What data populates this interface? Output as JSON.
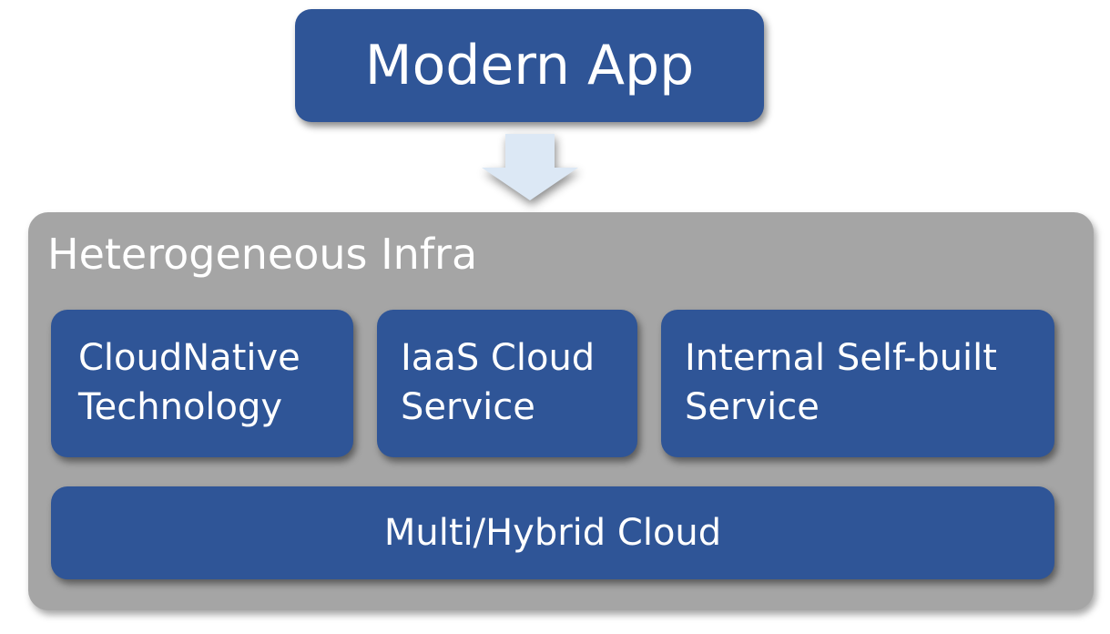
{
  "modern_app": {
    "label": "Modern App"
  },
  "infra": {
    "title": "Heterogeneous Infra",
    "services": [
      {
        "line1": "CloudNative",
        "line2": "Technology"
      },
      {
        "line1": "IaaS Cloud",
        "line2": "Service"
      },
      {
        "line1": "Internal Self-built",
        "line2": "Service"
      }
    ],
    "base": "Multi/Hybrid Cloud"
  },
  "colors": {
    "box": "#2f5597",
    "container": "#a5a5a5",
    "arrow": "#dce8f5"
  }
}
